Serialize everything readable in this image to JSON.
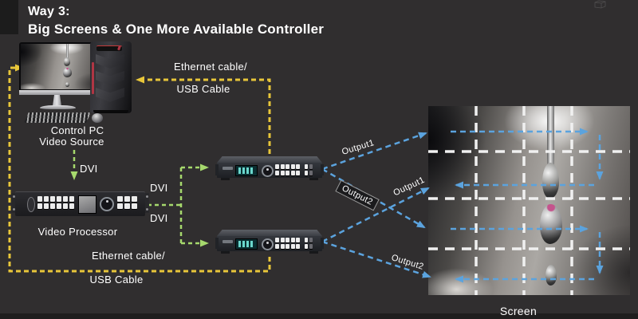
{
  "title": {
    "line1": "Way 3:",
    "line2": "Big Screens & One More Available Controller"
  },
  "nodes": {
    "control_pc": {
      "label_line1": "Control PC",
      "label_line2": "Video Source"
    },
    "video_processor": {
      "label": "Video Processor"
    },
    "screen": {
      "label": "Screen"
    }
  },
  "cables": {
    "top_path": {
      "line1": "Ethernet cable/",
      "line2": "USB Cable"
    },
    "bottom_path": {
      "line1": "Ethernet cable/",
      "line2": "USB Cable"
    }
  },
  "dvi": {
    "source": "DVI",
    "out1": "DVI",
    "out2": "DVI"
  },
  "outputs": {
    "controller1_primary": "Output1",
    "controller1_secondary": "Output2",
    "controller2_primary": "Output1",
    "controller2_secondary": "Output2"
  },
  "icons": [
    "monitor-icon",
    "tower-pc-icon",
    "keyboard-icon",
    "mouse-icon",
    "video-processor-icon",
    "controller-icon",
    "led-screen-icon",
    "cube-watermark-icon"
  ],
  "colors": {
    "bg": "#302e2f",
    "yellow": "#e8c63a",
    "green": "#a6d96d",
    "blue": "#5ba3de",
    "grid": "#f0f0f0",
    "text": "#ffffff",
    "lcd": "#6fe0d4"
  }
}
